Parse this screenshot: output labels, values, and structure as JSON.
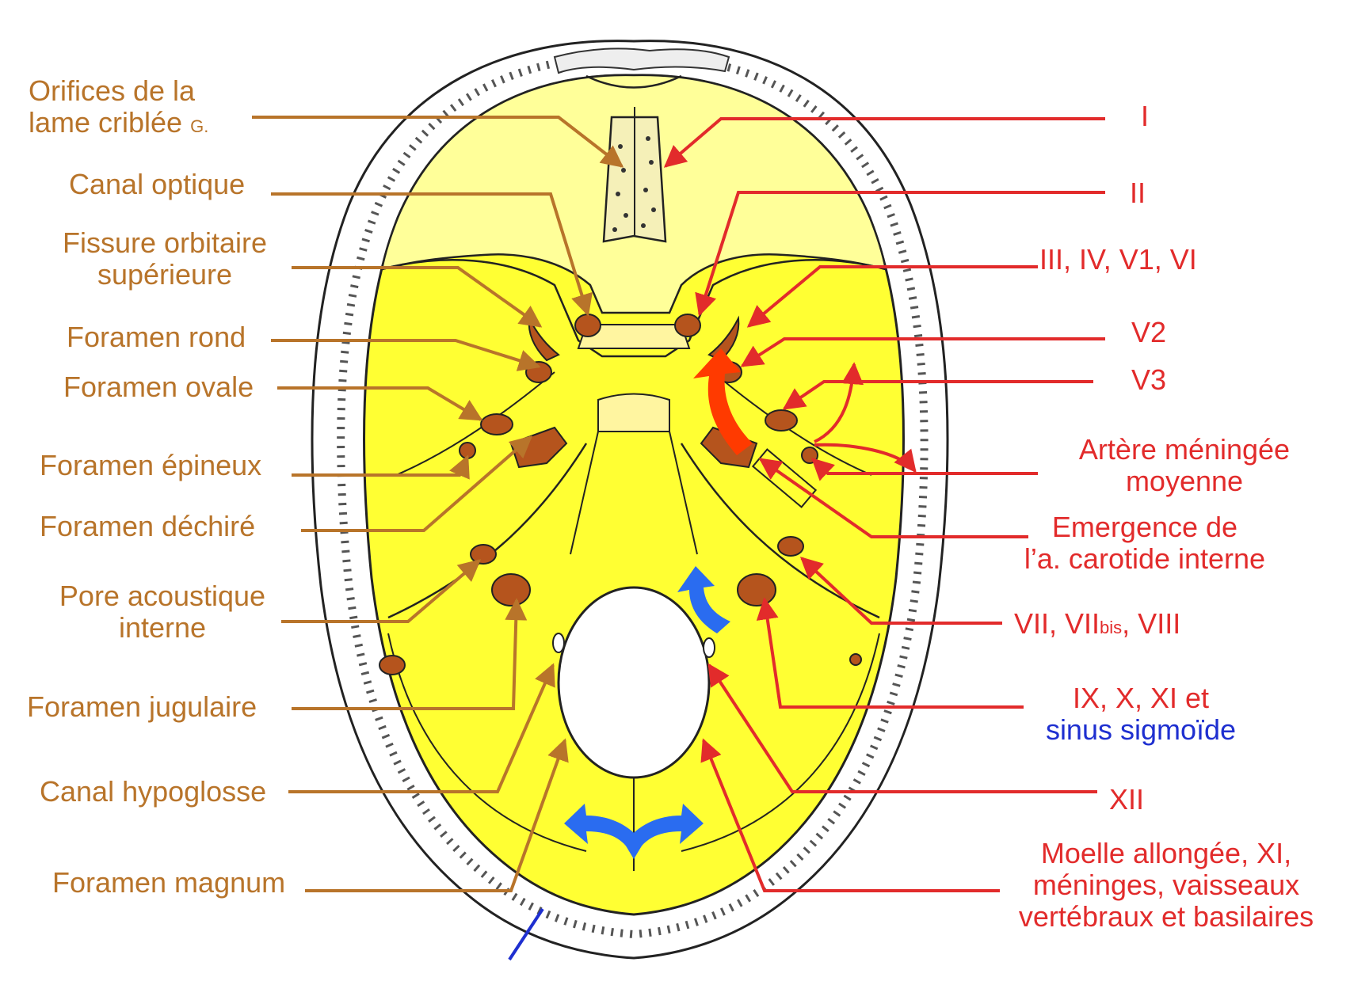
{
  "colors": {
    "left_labels": "#b8742a",
    "right_labels": "#e22b2b",
    "blue_text": "#1e2fd0",
    "cranial_fossa_fill": "#ffff33",
    "anterior_fossa_fill": "#ffff99",
    "foramen_fill": "#b5541d"
  },
  "left_labels": {
    "lame_criblee_1": "Orifices de la",
    "lame_criblee_2": "lame criblée",
    "lame_criblee_suffix": "G.",
    "canal_optique": "Canal optique",
    "fissure_1": "Fissure orbitaire",
    "fissure_2": "supérieure",
    "foramen_rond": "Foramen rond",
    "foramen_ovale": "Foramen ovale",
    "foramen_epineux": "Foramen épineux",
    "foramen_dechire": "Foramen déchiré",
    "pore_1": "Pore acoustique",
    "pore_2": "interne",
    "foramen_jugulaire": "Foramen jugulaire",
    "canal_hypoglosse": "Canal hypoglosse",
    "foramen_magnum": "Foramen magnum"
  },
  "right_labels": {
    "n1": "I",
    "n2": "II",
    "n3": "III, IV, V1, VI",
    "v2": "V2",
    "v3": "V3",
    "artere_1": "Artère méningée",
    "artere_2": "moyenne",
    "emergence_1": "Emergence de",
    "emergence_2": "l’a. carotide interne",
    "vii_a": "VII, VII",
    "vii_bis": "bis",
    "vii_b": ", VIII",
    "ix_1": "IX, X, XI et",
    "ix_2": "sinus sigmoïde",
    "xii": "XII",
    "moelle_1": "Moelle allongée, XI,",
    "moelle_2": "méninges, vaisseaux",
    "moelle_3": "vertébraux et basilaires"
  }
}
